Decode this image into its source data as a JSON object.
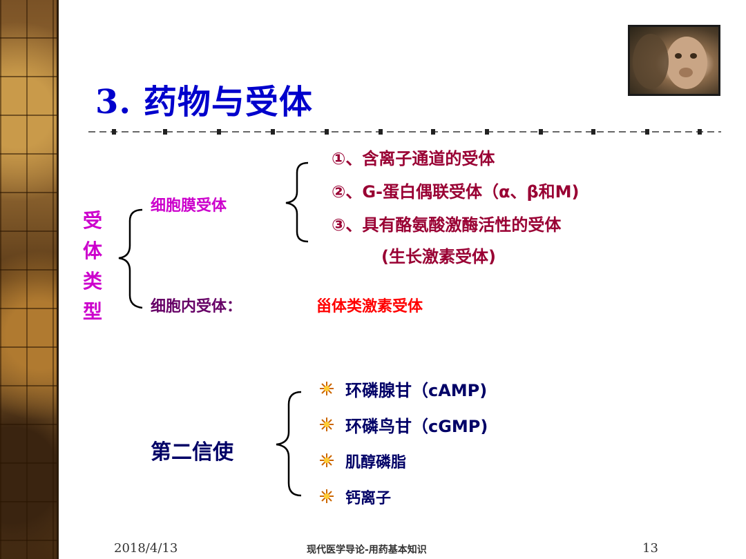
{
  "title": "3. 药物与受体",
  "receptor_types": {
    "label_chars": [
      "受",
      "体",
      "类",
      "型"
    ],
    "membrane": {
      "label": "细胞膜受体",
      "items": [
        "①、含离子通道的受体",
        "②、G-蛋白偶联受体（α、β和M)",
        "③、具有酪氨酸激酶活性的受体"
      ],
      "item3_note": "(生长激素受体)"
    },
    "intracellular": {
      "label": "细胞内受体：",
      "value": "甾体类激素受体"
    }
  },
  "second_messenger": {
    "label": "第二信使",
    "items": [
      "环磷腺甘（cAMP)",
      "环磷鸟甘（cGMP)",
      "肌醇磷脂",
      "钙离子"
    ]
  },
  "footer": {
    "date": "2018/4/13",
    "course": "现代医学导论-用药基本知识",
    "page": "13"
  },
  "colors": {
    "title": "#0000cc",
    "receptor_items": "#990033",
    "membrane_label": "#cc00cc",
    "intracellular_value": "#ff0000",
    "messenger": "#000066"
  },
  "icons": [
    "monkey-photo",
    "star-bullet-icon"
  ]
}
